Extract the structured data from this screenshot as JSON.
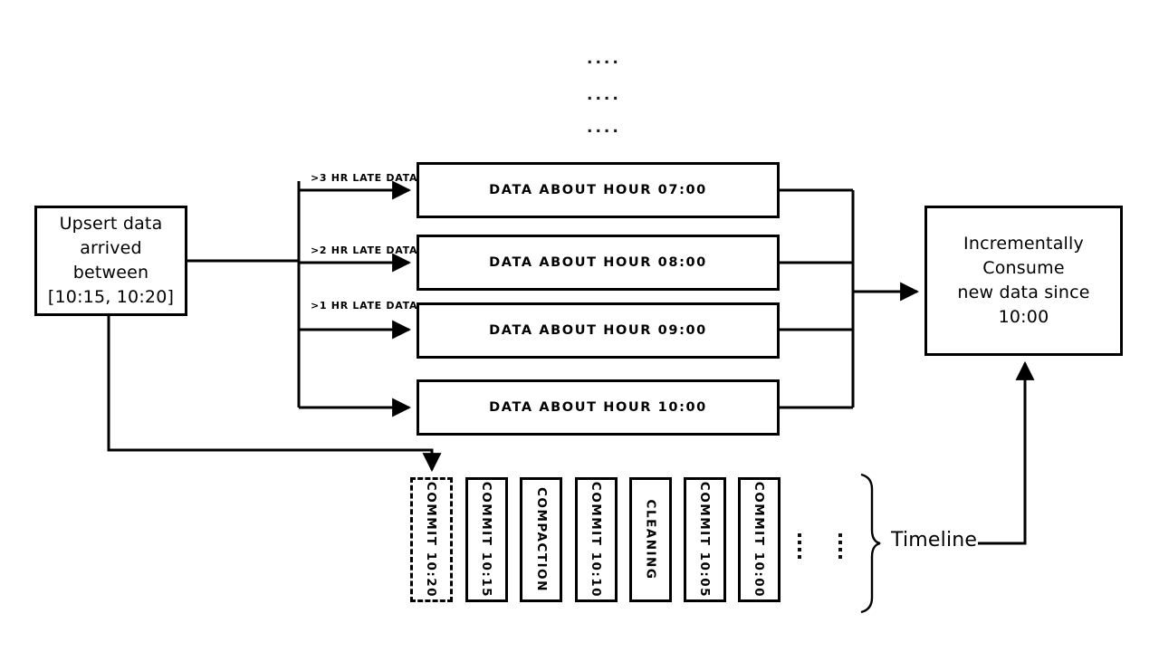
{
  "diagram": {
    "title_none": "",
    "source": {
      "line1": "Upsert data",
      "line2": "arrived between",
      "line3": "[10:15, 10:20]"
    },
    "edge_labels": [
      {
        "name": "late-3hr",
        "text": ">3 HR LATE DATA"
      },
      {
        "name": "late-2hr",
        "text": ">2 HR LATE DATA"
      },
      {
        "name": "late-1hr",
        "text": ">1 HR LATE DATA"
      }
    ],
    "hour_boxes": [
      {
        "name": "hour-07",
        "text": "DATA ABOUT HOUR 07:00"
      },
      {
        "name": "hour-08",
        "text": "DATA ABOUT HOUR 08:00"
      },
      {
        "name": "hour-09",
        "text": "DATA ABOUT HOUR 09:00"
      },
      {
        "name": "hour-10",
        "text": "DATA ABOUT HOUR 10:00"
      }
    ],
    "top_ellipsis": [
      "....",
      "....",
      "...."
    ],
    "consumer": {
      "line1": "Incrementally Consume",
      "line2": "new data since 10:00"
    },
    "timeline": {
      "label": "Timeline",
      "boxes": [
        {
          "name": "commit-10-20",
          "text": "COMMIT 10:20",
          "dashed": true
        },
        {
          "name": "commit-10-15",
          "text": "COMMIT 10:15",
          "dashed": false
        },
        {
          "name": "compaction",
          "text": "COMPACTION",
          "dashed": false
        },
        {
          "name": "commit-10-10",
          "text": "COMMIT 10:10",
          "dashed": false
        },
        {
          "name": "cleaning",
          "text": "CLEANING",
          "dashed": false
        },
        {
          "name": "commit-10-05",
          "text": "COMMIT 10:05",
          "dashed": false
        },
        {
          "name": "commit-10-00",
          "text": "COMMIT 10:00",
          "dashed": false
        }
      ]
    },
    "colors": {
      "stroke": "#000000",
      "background": "#ffffff",
      "text": "#000000"
    }
  }
}
